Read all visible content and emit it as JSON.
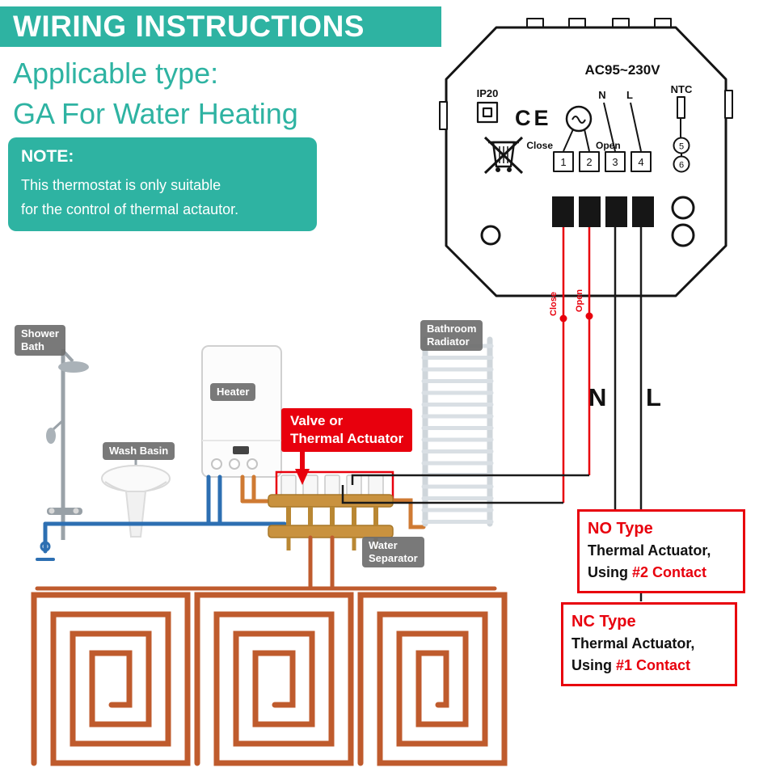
{
  "colors": {
    "teal": "#2EB3A2",
    "red": "#E8000D",
    "copper_coil": "#BF5B2D",
    "manifold_gold": "#C9923F",
    "pipe_blue": "#2D6FB2",
    "pipe_orange": "#CF7A33",
    "badge_gray": "#6E6E6E",
    "wire_black": "#1A1A1A"
  },
  "header": {
    "banner": "WIRING INSTRUCTIONS",
    "applicable_type": "Applicable type:",
    "applicable_value": "GA For Water Heating",
    "note": {
      "title": "NOTE:",
      "line1": "This thermostat is only suitable",
      "line2": "for the control of thermal actautor."
    }
  },
  "thermostat": {
    "voltage": "AC95~230V",
    "ip": "IP20",
    "ce": "CE",
    "ntc": "NTC",
    "n": "N",
    "l": "L",
    "close": "Close",
    "open": "Open",
    "terminals": [
      "1",
      "2",
      "3",
      "4"
    ],
    "sensor_terminals": [
      "5",
      "6"
    ]
  },
  "wiring": {
    "close_wire": "Close",
    "open_wire": "Open",
    "neutral": "N",
    "line": "L"
  },
  "labels": {
    "shower_line1": "Shower",
    "shower_line2": "Bath",
    "wash_basin": "Wash Basin",
    "heater": "Heater",
    "valve_line1": "Valve or",
    "valve_line2": "Thermal Actuator",
    "radiator_line1": "Bathroom",
    "radiator_line2": "Radiator",
    "separator_line1": "Water",
    "separator_line2": "Separator"
  },
  "callouts": {
    "no_type": {
      "title": "NO Type",
      "line1": "Thermal Actuator,",
      "using": "Using ",
      "contact": "#2 Contact"
    },
    "nc_type": {
      "title": "NC Type",
      "line1": "Thermal Actuator,",
      "using": "Using ",
      "contact": "#1 Contact"
    }
  }
}
